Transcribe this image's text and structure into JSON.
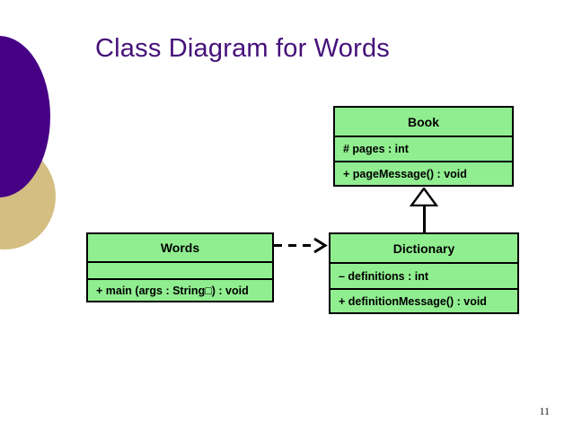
{
  "slide": {
    "title": "Class Diagram for Words",
    "page_number": "11",
    "title_color": "#45107a",
    "background_color": "#ffffff"
  },
  "decor": {
    "purple_circle_color": "#460086",
    "tan_circle_color": "#d4be82"
  },
  "diagram": {
    "type": "uml-class-diagram",
    "class_fill_color": "#90ee90",
    "class_border_color": "#000000",
    "classes": [
      {
        "id": "book",
        "name": "Book",
        "attributes": [
          "# pages : int"
        ],
        "operations": [
          "+ pageMessage() : void"
        ]
      },
      {
        "id": "dictionary",
        "name": "Dictionary",
        "attributes": [
          "– definitions : int"
        ],
        "operations": [
          "+ definitionMessage() : void"
        ]
      },
      {
        "id": "words",
        "name": "Words",
        "attributes": [
          ""
        ],
        "operations": [
          "+ main (args : String□) : void"
        ]
      }
    ],
    "relationships": [
      {
        "id": "generalization",
        "kind": "inheritance",
        "from": "Dictionary",
        "to": "Book",
        "line_style": "solid",
        "arrowhead": "hollow-triangle",
        "direction": "up"
      },
      {
        "id": "dependency",
        "kind": "dependency",
        "from": "Words",
        "to": "Dictionary",
        "line_style": "dashed",
        "arrowhead": "open-arrow",
        "direction": "right"
      }
    ]
  }
}
